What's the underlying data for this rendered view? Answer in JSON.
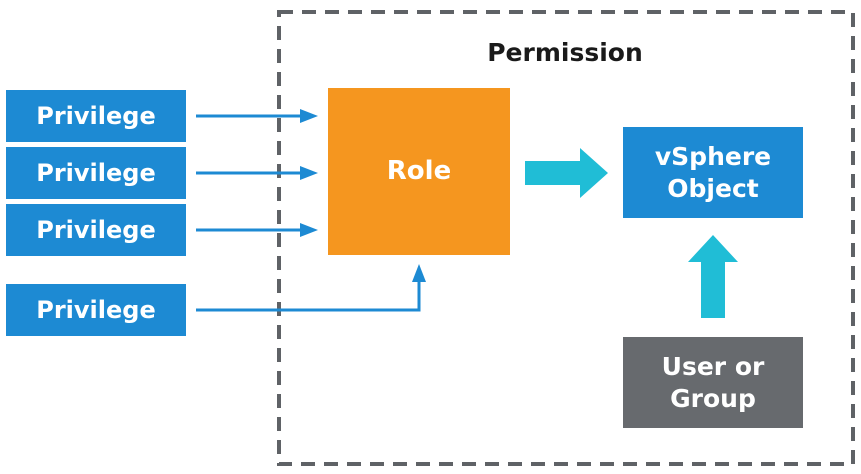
{
  "diagram": {
    "container_title": "Permission",
    "privileges": [
      {
        "label": "Privilege"
      },
      {
        "label": "Privilege"
      },
      {
        "label": "Privilege"
      },
      {
        "label": "Privilege"
      }
    ],
    "role": {
      "label": "Role"
    },
    "vsphere_object": {
      "line1": "vSphere",
      "line2": "Object"
    },
    "user_group": {
      "line1": "User or",
      "line2": "Group"
    }
  },
  "colors": {
    "privilege_blue": "#1d8ad3",
    "role_orange": "#f5961f",
    "object_blue": "#1d8ad3",
    "user_gray": "#676a6e",
    "thin_arrow": "#1d8ad3",
    "block_arrow": "#20bdd6",
    "dashed_border": "#5f6266"
  }
}
